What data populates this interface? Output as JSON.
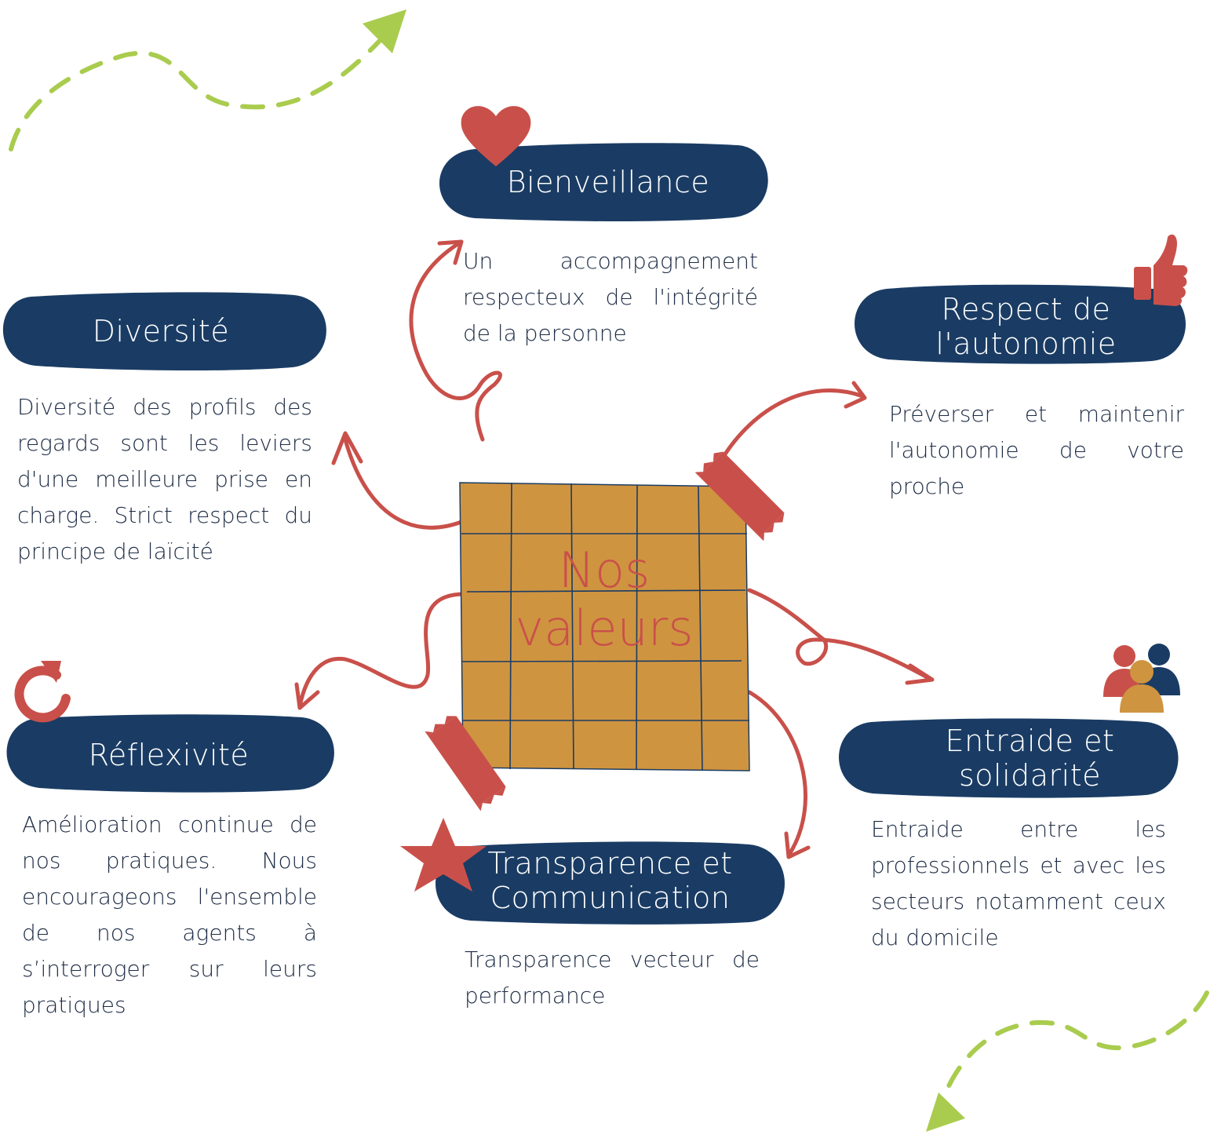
{
  "center": {
    "title": "Nos valeurs"
  },
  "colors": {
    "navy": "#1a3c64",
    "red": "#c9504a",
    "gold": "#cf9440",
    "green": "#a9cc4e",
    "text": "#1c2b44"
  },
  "values": [
    {
      "id": "bienveillance",
      "label": "Bienveillance",
      "description": "Un accompagnement respecteux de l'intégrité de la personne",
      "icon": "heart-icon"
    },
    {
      "id": "diversite",
      "label": "Diversité",
      "description": "Diversité des profils des regards sont les leviers d'une meilleure prise en charge. Strict respect du principe de laïcité",
      "icon": ""
    },
    {
      "id": "autonomie",
      "label": "Respect de l'autonomie",
      "description": "Préverser et maintenir l'autonomie de votre proche",
      "icon": "thumbs-up-icon"
    },
    {
      "id": "reflexivite",
      "label": "Réflexivité",
      "description": "Amélioration continue de nos pratiques. Nous encourageons l'ensemble de nos agents à s’interroger sur leurs pratiques",
      "icon": "refresh-icon"
    },
    {
      "id": "transparence",
      "label": "Transparence et Communication",
      "description": "Transparence vecteur de performance",
      "icon": "star-icon"
    },
    {
      "id": "entraide",
      "label": "Entraide et solidarité",
      "description": "Entraide entre les professionnels et avec les secteurs notamment ceux du domicile",
      "icon": "people-group-icon"
    }
  ]
}
